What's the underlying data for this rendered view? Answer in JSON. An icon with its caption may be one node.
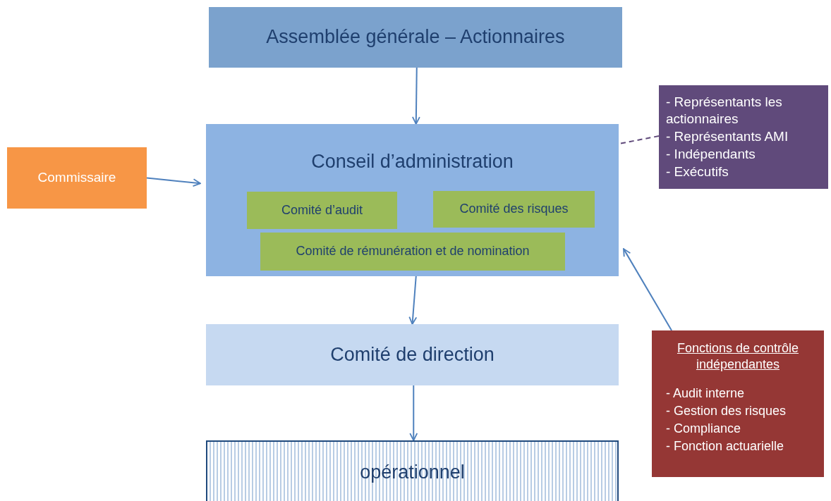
{
  "diagram": {
    "nodes": [
      {
        "text": [
          "Assemblée générale – Actionnaires"
        ]
      },
      {
        "text": [
          "Conseil d’administration"
        ]
      },
      {
        "text": [
          "Comité d’audit"
        ],
        "in": 1
      },
      {
        "text": [
          "Comité des risques"
        ],
        "in": 1
      },
      {
        "text": [
          "Comité de rémunération et de nomination"
        ],
        "in": 1
      },
      {
        "text": [
          "Commissaire"
        ]
      },
      {
        "text": [
          "- Représentants les actionnaires",
          "- Représentants AMI",
          "- Indépendants",
          "- Exécutifs"
        ]
      },
      {
        "text": [
          "Comité de direction"
        ]
      },
      {
        "text": [
          "Fonctions de contrôle indépendantes",
          "- Audit interne",
          "- Gestion des risques",
          "- Compliance",
          "- Fonction actuarielle"
        ]
      },
      {
        "text": [
          "opérationnel"
        ]
      }
    ],
    "edges": [
      {
        "from": 0,
        "to": 1,
        "arrow": "to"
      },
      {
        "from": 5,
        "to": 1,
        "arrow": "to"
      },
      {
        "from": 6,
        "to": 1,
        "arrow": "none",
        "style": "dashed",
        "color": "#604a7b"
      },
      {
        "from": 1,
        "to": 7,
        "arrow": "to"
      },
      {
        "from": 7,
        "to": 9,
        "arrow": "to"
      },
      {
        "from": 8,
        "to": 1,
        "arrow": "to"
      }
    ]
  }
}
